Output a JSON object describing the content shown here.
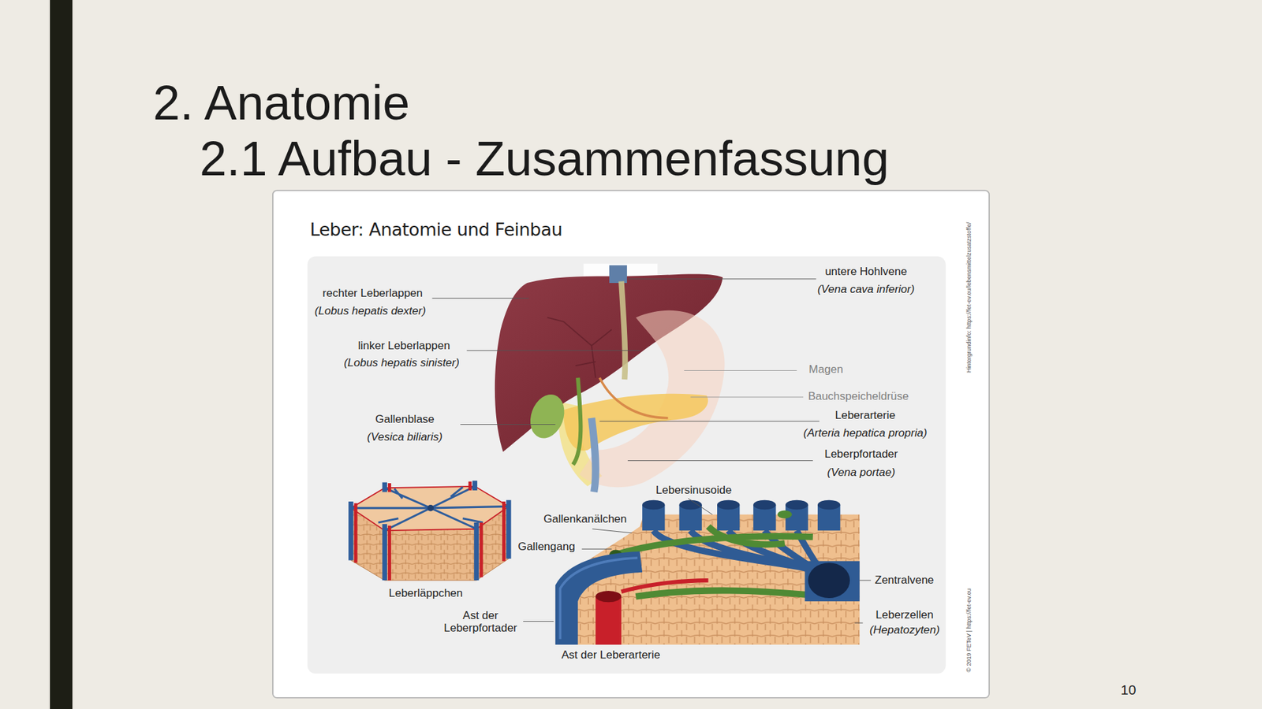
{
  "diagram": {
    "title": "2. Anatomie",
    "labels": [
      "2.1 Aufbau - Zusammenfassung",
      "Leber: Anatomie und Feinbau",
      "rechter Leberlappen",
      "(Lobus hepatis dexter)",
      "linker Leberlappen",
      "(Lobus hepatis sinister)",
      "Gallenblase",
      "(Vesica biliaris)",
      "untere Hohlvene",
      "(Vena cava inferior)",
      "Magen",
      "Bauchspeicheldrüse",
      "Leberarterie",
      "(Arteria hepatica propria)",
      "Leberpfortader",
      "(Vena portae)",
      "Lebersinusoide",
      "Gallenkanälchen",
      "Gallengang",
      "Leberläppchen",
      "Zentralvene",
      "Ast der Leberpfortader",
      "Leberzellen",
      "(Hepatozyten)",
      "Ast der Leberarterie",
      "Hintergrundinfo: https://fet-ev.eu/lebensmittelzusatzstoffe/",
      "© 2019 FETeV | https://fet-ev.eu",
      "10"
    ]
  }
}
